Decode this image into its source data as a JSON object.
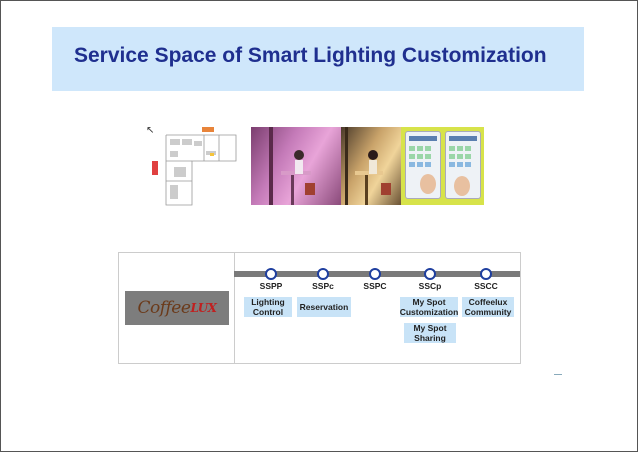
{
  "slide": {
    "title": "Service Space of Smart Lighting Customization"
  },
  "logo": {
    "text_main": "Coffee",
    "text_accent": "LUX"
  },
  "timeline": {
    "nodes": [
      {
        "label": "SSPP"
      },
      {
        "label": "SSPc"
      },
      {
        "label": "SSPC"
      },
      {
        "label": "SSCp"
      },
      {
        "label": "SSCC"
      }
    ]
  },
  "services": {
    "lighting_control": "Lighting Control",
    "reservation": "Reservation",
    "my_spot_customization": "My Spot Customization",
    "coffeelux_community": "Coffeelux Community",
    "my_spot_sharing": "My Spot Sharing"
  },
  "colors": {
    "title_bg": "#cfe7fb",
    "title_text": "#1f2f8f",
    "box_bg": "#c8e3f7",
    "node_border": "#1f3f9f",
    "timeline": "#7a7a7a"
  }
}
